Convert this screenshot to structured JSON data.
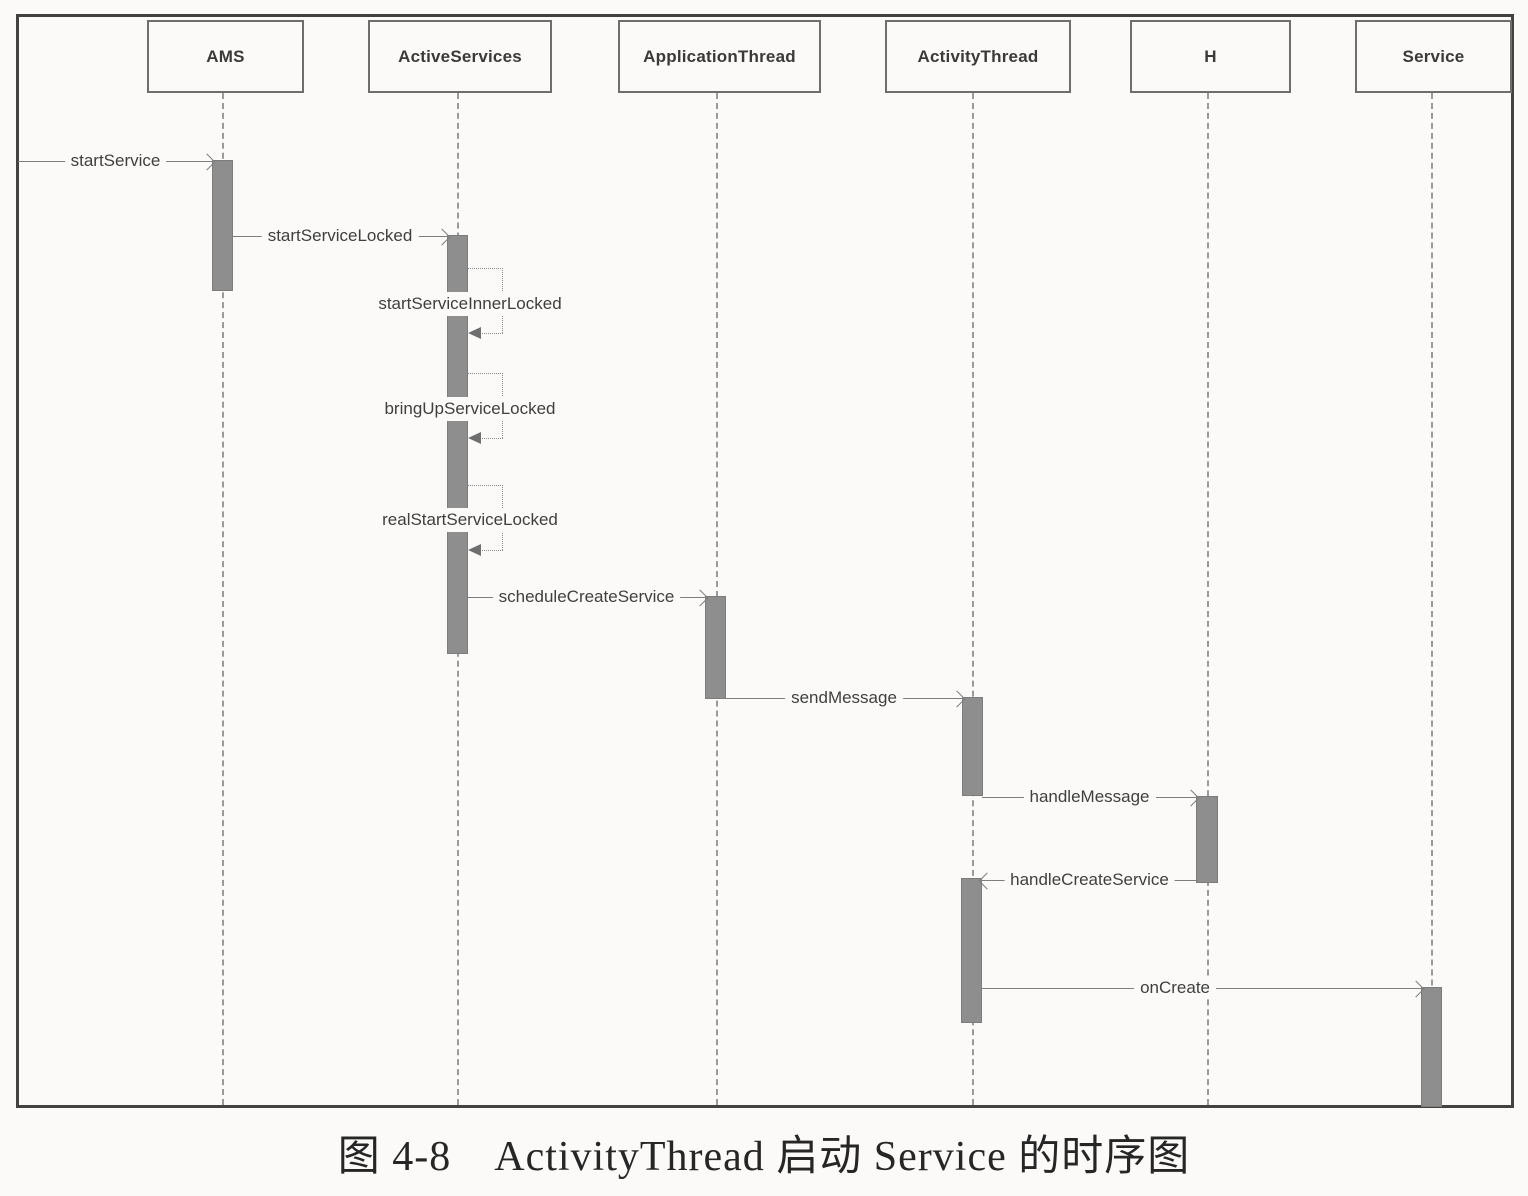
{
  "figure": {
    "caption": "图 4-8　ActivityThread 启动 Service 的时序图"
  },
  "diagram": {
    "type": "uml-sequence",
    "participants": [
      {
        "label": "AMS"
      },
      {
        "label": "ActiveServices"
      },
      {
        "label": "ApplicationThread"
      },
      {
        "label": "ActivityThread"
      },
      {
        "label": "H"
      },
      {
        "label": "Service"
      }
    ],
    "messages": [
      {
        "label": "startService",
        "from": "external",
        "to": "AMS",
        "type": "call"
      },
      {
        "label": "startServiceLocked",
        "from": "AMS",
        "to": "ActiveServices",
        "type": "call"
      },
      {
        "label": "startServiceInnerLocked",
        "from": "ActiveServices",
        "to": "ActiveServices",
        "type": "self-call"
      },
      {
        "label": "bringUpServiceLocked",
        "from": "ActiveServices",
        "to": "ActiveServices",
        "type": "self-call"
      },
      {
        "label": "realStartServiceLocked",
        "from": "ActiveServices",
        "to": "ActiveServices",
        "type": "self-call"
      },
      {
        "label": "scheduleCreateService",
        "from": "ActiveServices",
        "to": "ApplicationThread",
        "type": "call"
      },
      {
        "label": "sendMessage",
        "from": "ApplicationThread",
        "to": "ActivityThread",
        "type": "call"
      },
      {
        "label": "handleMessage",
        "from": "ActivityThread",
        "to": "H",
        "type": "call"
      },
      {
        "label": "handleCreateService",
        "from": "H",
        "to": "ActivityThread",
        "type": "call"
      },
      {
        "label": "onCreate",
        "from": "ActivityThread",
        "to": "Service",
        "type": "call"
      }
    ],
    "colors": {
      "activation_bar": "#8e8e8e",
      "line": "#7e7e7e",
      "frame": "#424242"
    }
  }
}
